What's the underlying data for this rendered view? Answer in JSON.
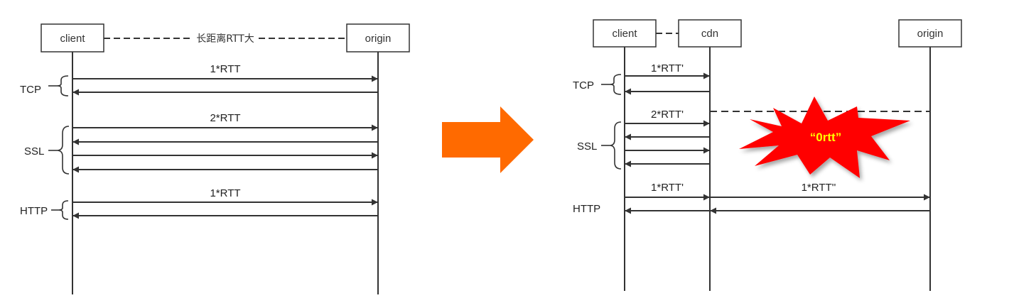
{
  "left_diagram": {
    "participants": {
      "client": "client",
      "origin": "origin"
    },
    "distance_note": "长距离RTT大",
    "phases": {
      "tcp": "TCP",
      "ssl": "SSL",
      "http": "HTTP"
    },
    "messages": {
      "tcp_rtt": "1*RTT",
      "ssl_rtt": "2*RTT",
      "http_rtt": "1*RTT"
    }
  },
  "transition_arrow": {
    "color": "#ff6a00"
  },
  "right_diagram": {
    "participants": {
      "client": "client",
      "cdn": "cdn",
      "origin": "origin"
    },
    "phases": {
      "tcp": "TCP",
      "ssl": "SSL",
      "http": "HTTP"
    },
    "messages": {
      "tcp_rtt": "1*RTT'",
      "ssl_rtt": "2*RTT'",
      "http_client_cdn_rtt": "1*RTT'",
      "http_cdn_origin_rtt": "1*RTT''"
    },
    "burst": {
      "label": "“0rtt”",
      "fill": "#ff0000",
      "text_color": "#ffff00"
    }
  }
}
